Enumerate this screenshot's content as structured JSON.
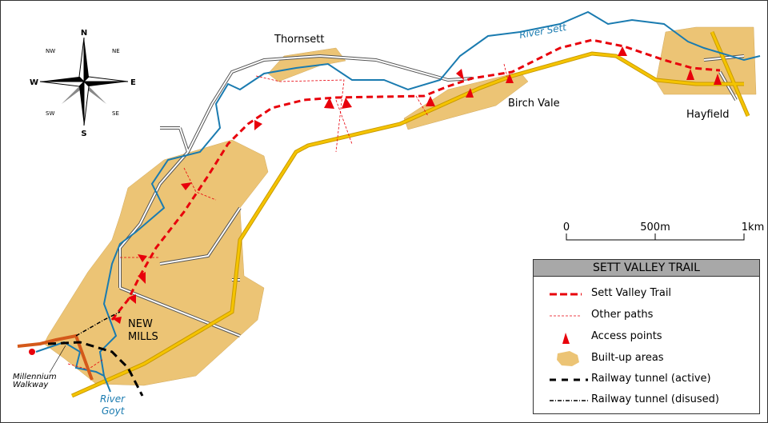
{
  "places": {
    "thornsett": "Thornsett",
    "birch_vale": "Birch Vale",
    "hayfield": "Hayfield",
    "new_mills": [
      "NEW",
      "MILLS"
    ],
    "millennium": [
      "Millennium",
      "Walkway"
    ]
  },
  "rivers": {
    "sett": "River Sett",
    "goyt": [
      "River",
      "Goyt"
    ]
  },
  "compass": {
    "n": "N",
    "s": "S",
    "e": "E",
    "w": "W",
    "ne": "NE",
    "nw": "NW",
    "se": "SE",
    "sw": "SW"
  },
  "scale": {
    "labels": [
      "0",
      "500m",
      "1km"
    ]
  },
  "legend": {
    "title": "SETT VALLEY TRAIL",
    "items": [
      {
        "label": "Sett Valley Trail",
        "symbol": "trail"
      },
      {
        "label": "Other paths",
        "symbol": "path"
      },
      {
        "label": "Access points",
        "symbol": "access"
      },
      {
        "label": "Built-up areas",
        "symbol": "builtup"
      },
      {
        "label": "Railway tunnel (active)",
        "symbol": "tunnel-active"
      },
      {
        "label": "Railway tunnel (disused)",
        "symbol": "tunnel-disused"
      }
    ]
  },
  "colors": {
    "trail": "#e8000b",
    "builtup": "#ecc475",
    "river": "#1a7bb0",
    "road": "#f5c400",
    "railway": "#d4591a"
  }
}
